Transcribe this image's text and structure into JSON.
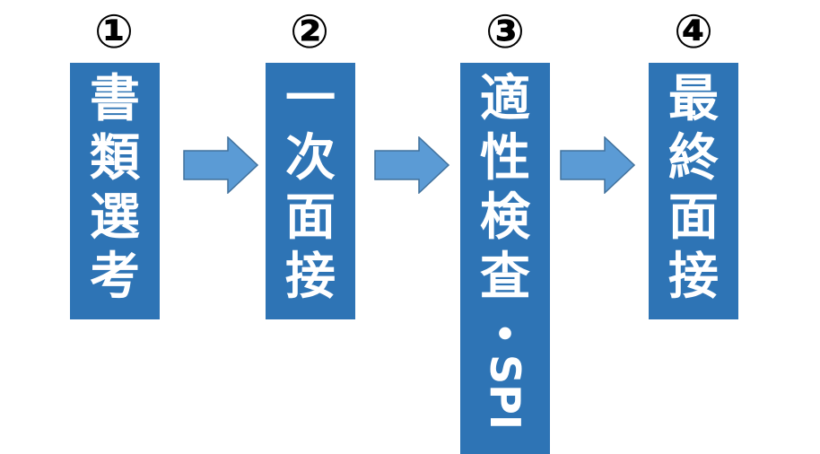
{
  "colors": {
    "box": "#2e74b5",
    "arrow_fill": "#5b9bd5",
    "arrow_stroke": "#41719c",
    "number": "#000000",
    "text": "#ffffff"
  },
  "steps": [
    {
      "number": "①",
      "chars": [
        "書",
        "類",
        "選",
        "考"
      ]
    },
    {
      "number": "②",
      "chars": [
        "一",
        "次",
        "面",
        "接"
      ]
    },
    {
      "number": "③",
      "chars": [
        "適",
        "性",
        "検",
        "査",
        "・"
      ],
      "rotated": "SPI"
    },
    {
      "number": "④",
      "chars": [
        "最",
        "終",
        "面",
        "接"
      ]
    }
  ]
}
